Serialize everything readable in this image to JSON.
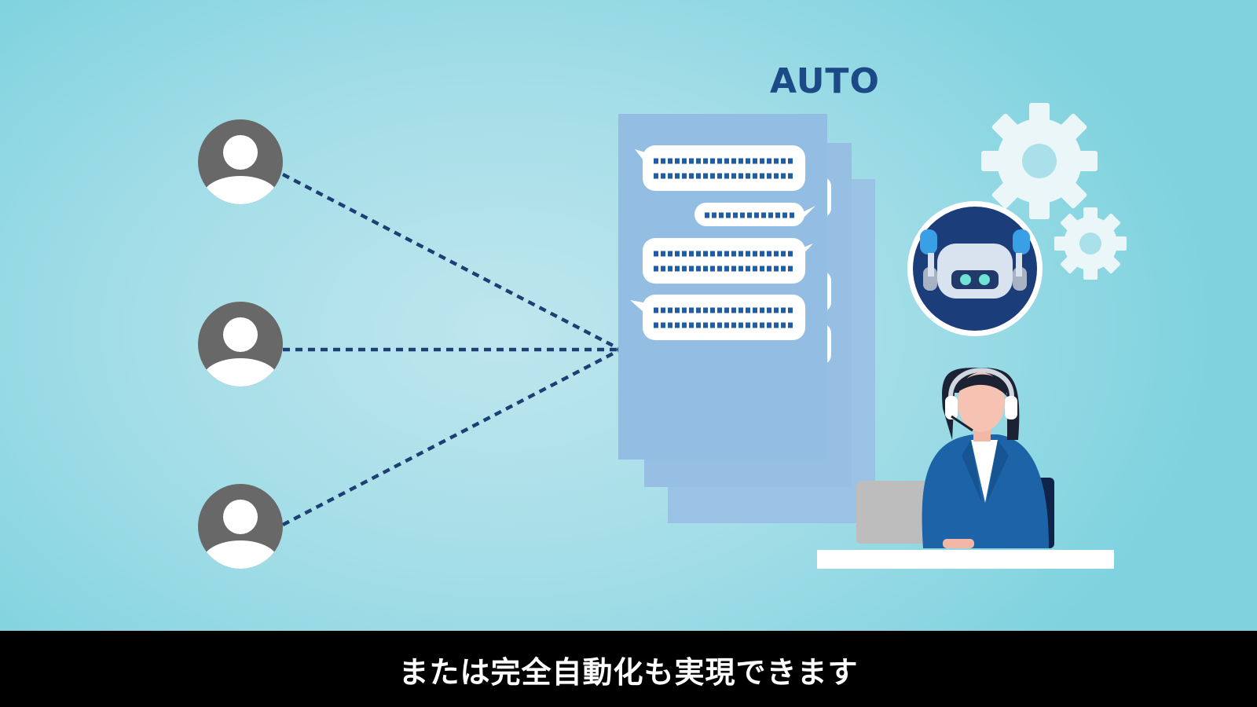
{
  "scene": {
    "auto_label": "AUTO",
    "icons": {
      "users": [
        "user-avatar-icon",
        "user-avatar-icon",
        "user-avatar-icon"
      ],
      "robot": "robot-icon",
      "gears": "gear-icon",
      "operator": "headset-operator"
    },
    "colors": {
      "accent": "#1b4a86",
      "document": "#95bfe3",
      "avatar": "#686868",
      "operator_jacket": "#1c63a8"
    }
  },
  "caption": {
    "text": "または完全自動化も実現できます"
  }
}
